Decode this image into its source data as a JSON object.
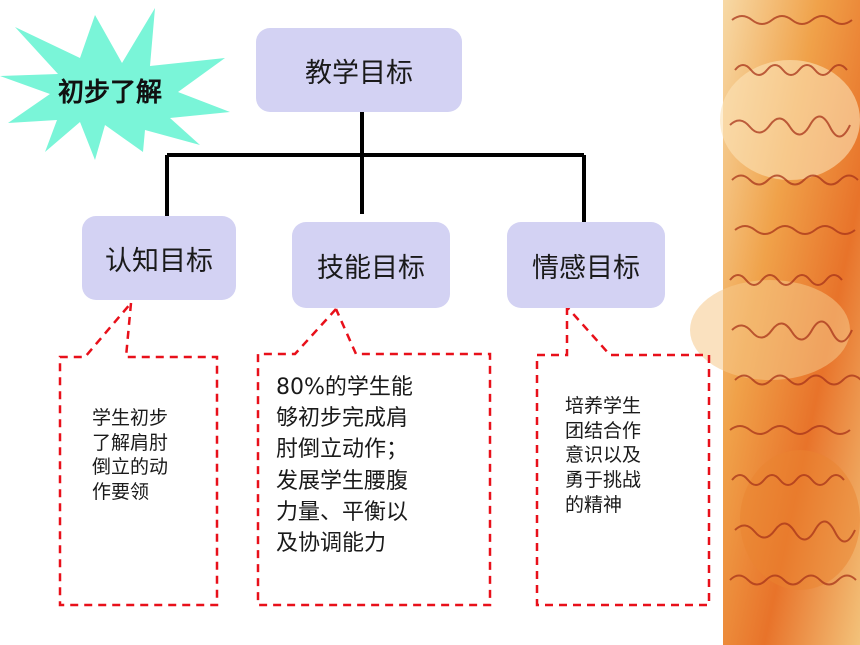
{
  "badge": {
    "label": "初步了解"
  },
  "root": {
    "label": "教学目标"
  },
  "children": [
    {
      "label": "认知目标",
      "note": "学生初步了解肩肘倒立的动作要领",
      "note_lines": [
        "学生初步",
        "了解肩肘",
        "倒立的动",
        "作要领"
      ]
    },
    {
      "label": "技能目标",
      "note": "80%的学生能够初步完成肩肘倒立动作；发展学生腰腹力量、平衡以及协调能力",
      "note_lines": [
        "80%的学生能",
        "够初步完成肩",
        "肘倒立动作；",
        "发展学生腰腹",
        "力量、平衡以",
        "及协调能力"
      ]
    },
    {
      "label": "情感目标",
      "note": "培养学生团结合作意识以及勇于挑战的精神",
      "note_lines": [
        "培养学生",
        "团结合作",
        "意识以及",
        "勇于挑战",
        "的精神"
      ]
    }
  ],
  "colors": {
    "node_fill": "#d3d2f3",
    "connector": "#000000",
    "callout_border": "#e8101a",
    "badge_fill": "#7af5d8"
  }
}
